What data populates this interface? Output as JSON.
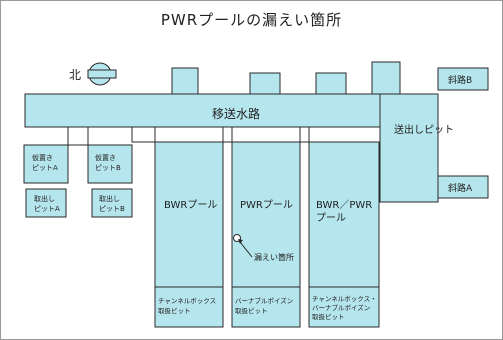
{
  "title": "PWRプールの漏えい箇所",
  "compass": "北",
  "colors": {
    "water": "#b5e5ed",
    "outline": "#2a2a2a",
    "background": "#ffffff"
  },
  "areas": {
    "transfer_canal": "移送水路",
    "delivery_pit": "送出しピット",
    "side_path_b": "斜路B",
    "side_path_a": "斜路A",
    "storage_pit_a": [
      "仮置き",
      "ピットA"
    ],
    "storage_pit_b": [
      "仮置き",
      "ピットB"
    ],
    "removal_pit_a": [
      "取出し",
      "ピットA"
    ],
    "removal_pit_b": [
      "取出し",
      "ピットB"
    ],
    "bwr_pool": "BWRプール",
    "pwr_pool": "PWRプール",
    "bwr_pwr_pool": [
      "BWR／PWR",
      "プール"
    ],
    "leak_point": "漏えい箇所",
    "channel_box_pit": [
      "チャンネルボックス",
      "取扱ピット"
    ],
    "burnable_poison_pit": [
      "バーナブルポイズン",
      "取扱ピット"
    ],
    "channel_burnable_pit": [
      "チャンネルボックス・",
      "バーナブルポイズン",
      "取扱ピット"
    ]
  }
}
